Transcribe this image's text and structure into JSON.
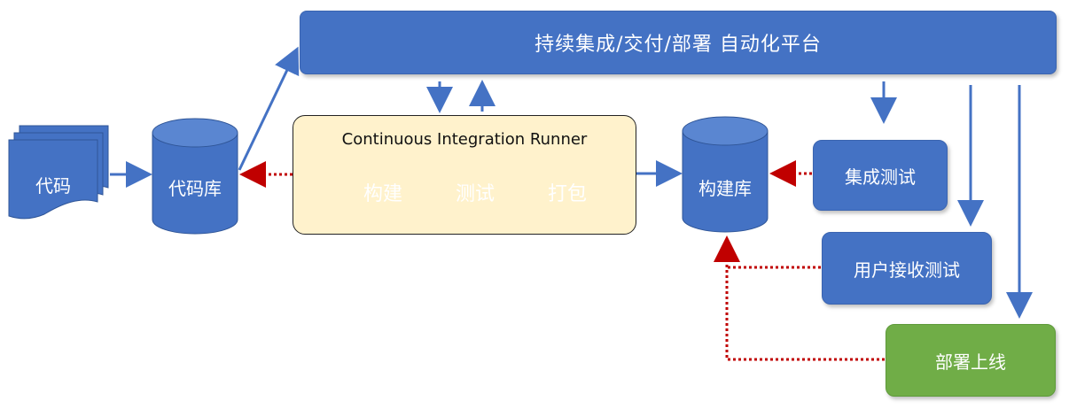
{
  "platform": {
    "label": "持续集成/交付/部署 自动化平台"
  },
  "code": {
    "label": "代码"
  },
  "repo": {
    "label": "代码库"
  },
  "runner": {
    "title": "Continuous Integration Runner",
    "stages": [
      {
        "label": "构建",
        "color": "#FFC000"
      },
      {
        "label": "测试",
        "color": "#33CC33"
      },
      {
        "label": "打包",
        "color": "#5B9BD5"
      }
    ]
  },
  "artifact": {
    "label": "构建库"
  },
  "integration_test": {
    "label": "集成测试"
  },
  "uat": {
    "label": "用户接收测试"
  },
  "deploy": {
    "label": "部署上线"
  },
  "colors": {
    "blue": "#4472C4",
    "green": "#70AD47",
    "red_dotted": "#C00000",
    "yellow_panel": "#FFF2CC"
  }
}
